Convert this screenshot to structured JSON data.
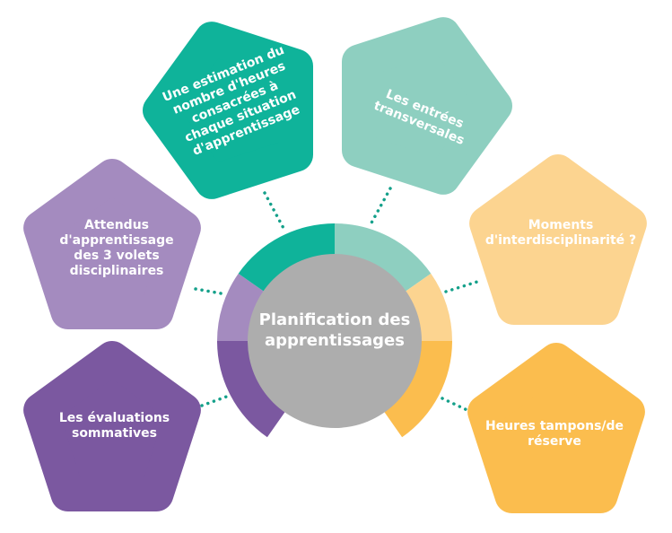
{
  "center": {
    "lines": [
      "Planification des",
      "apprentissages"
    ],
    "color": "#adadad"
  },
  "connector_color": "#14a08a",
  "nodes": [
    {
      "id": "estimation-heures",
      "color": "#0fb39a",
      "lines": [
        "Une estimation du",
        "nombre d'heures",
        "consacrées à",
        "chaque situation",
        "d'apprentissage"
      ]
    },
    {
      "id": "entrees-transversales",
      "color": "#8ecfc0",
      "lines": [
        "Les entrées",
        "transversales"
      ]
    },
    {
      "id": "attendus",
      "color": "#a48bbf",
      "lines": [
        "Attendus",
        "d'apprentissage",
        "des 3 volets",
        "disciplinaires"
      ]
    },
    {
      "id": "interdisciplinarite",
      "color": "#fcd490",
      "lines": [
        "Moments",
        "d'interdisciplinarité ?"
      ]
    },
    {
      "id": "evaluations",
      "color": "#7b58a0",
      "lines": [
        "Les évaluations",
        "sommatives"
      ]
    },
    {
      "id": "heures-tampons",
      "color": "#fbbd4e",
      "lines": [
        "Heures tampons/de",
        "réserve"
      ]
    }
  ]
}
